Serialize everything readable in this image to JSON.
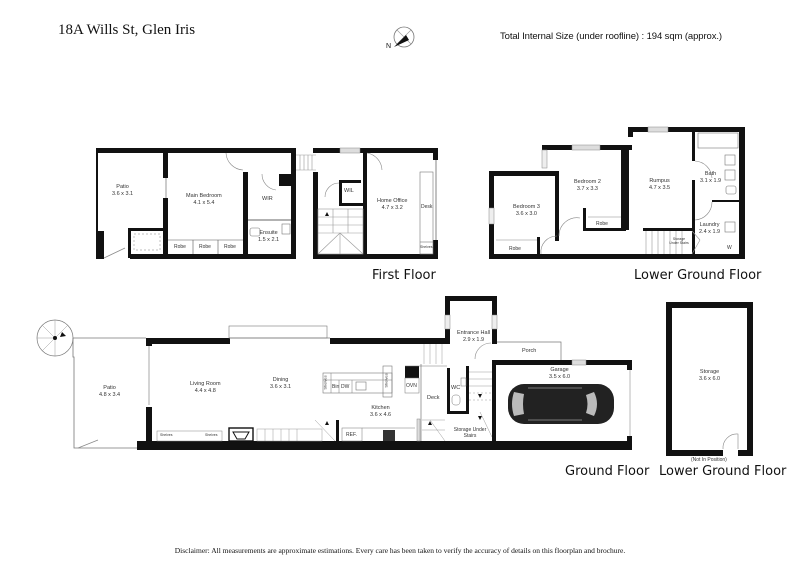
{
  "header": {
    "title": "18A Wills St, Glen Iris",
    "total_size": "Total Internal Size (under roofline) :  194 sqm (approx.)",
    "compass_label": "N"
  },
  "floors": {
    "first": {
      "label": "First Floor",
      "rooms": {
        "patio": {
          "name": "Patio",
          "size": "3.6 x 3.1"
        },
        "main_bedroom": {
          "name": "Main Bedroom",
          "size": "4.1 x 5.4"
        },
        "wir": {
          "name": "WIR"
        },
        "ensuite": {
          "name": "Ensuite",
          "size": "1.5 x 2.1"
        },
        "wil": {
          "name": "WIL"
        },
        "home_office": {
          "name": "Home Office",
          "size": "4.7 x 3.2"
        }
      },
      "fixtures": {
        "robe1": "Robe",
        "robe2": "Robe",
        "robe3": "Robe",
        "desk": "Desk",
        "shelves": "Shelves"
      }
    },
    "lower_ground": {
      "label": "Lower Ground Floor",
      "rooms": {
        "bedroom3": {
          "name": "Bedroom 3",
          "size": "3.6 x 3.0"
        },
        "bedroom2": {
          "name": "Bedroom 2",
          "size": "3.7 x 3.3"
        },
        "rumpus": {
          "name": "Rumpus",
          "size": "4.7 x 3.5"
        },
        "bath": {
          "name": "Bath",
          "size": "3.1 x 1.9"
        },
        "laundry": {
          "name": "Laundry",
          "size": "2.4 x 1.9"
        },
        "storage_under_stairs": {
          "name": "Storage Under Stairs"
        }
      },
      "fixtures": {
        "robe_b3": "Robe",
        "robe_b2": "Robe",
        "w": "W"
      }
    },
    "ground": {
      "label": "Ground Floor",
      "rooms": {
        "patio": {
          "name": "Patio",
          "size": "4.8 x 3.4"
        },
        "living": {
          "name": "Living Room",
          "size": "4.4 x 4.8"
        },
        "dining": {
          "name": "Dining",
          "size": "3.6 x 3.1"
        },
        "kitchen": {
          "name": "Kitchen",
          "size": "3.6 x 4.6"
        },
        "entrance": {
          "name": "Entrance Hall",
          "size": "2.9 x 1.9"
        },
        "porch": {
          "name": "Porch"
        },
        "garage": {
          "name": "Garage",
          "size": "3.5 x 6.0"
        },
        "wc": {
          "name": "WC"
        },
        "deck": {
          "name": "Deck"
        },
        "storage_under_stairs": {
          "name": "Storage Under Stairs"
        }
      },
      "fixtures": {
        "shelves_l": "Shelves",
        "shelves_r": "Shelves",
        "bin": "Bin",
        "dw": "DW",
        "ovn": "OVN",
        "ref": "REF.",
        "shelves_living1": "Shelves",
        "shelves_living2": "Shelves"
      }
    },
    "storage_block": {
      "label": "Lower Ground Floor",
      "note": "(Not In Position)",
      "rooms": {
        "storage": {
          "name": "Storage",
          "size": "3.6 x 6.0"
        }
      }
    }
  },
  "footer": {
    "disclaimer": "Disclaimer: All measurements are approximate estimations. Every care has been taken to verify the accuracy of details on this floorplan and brochure."
  }
}
